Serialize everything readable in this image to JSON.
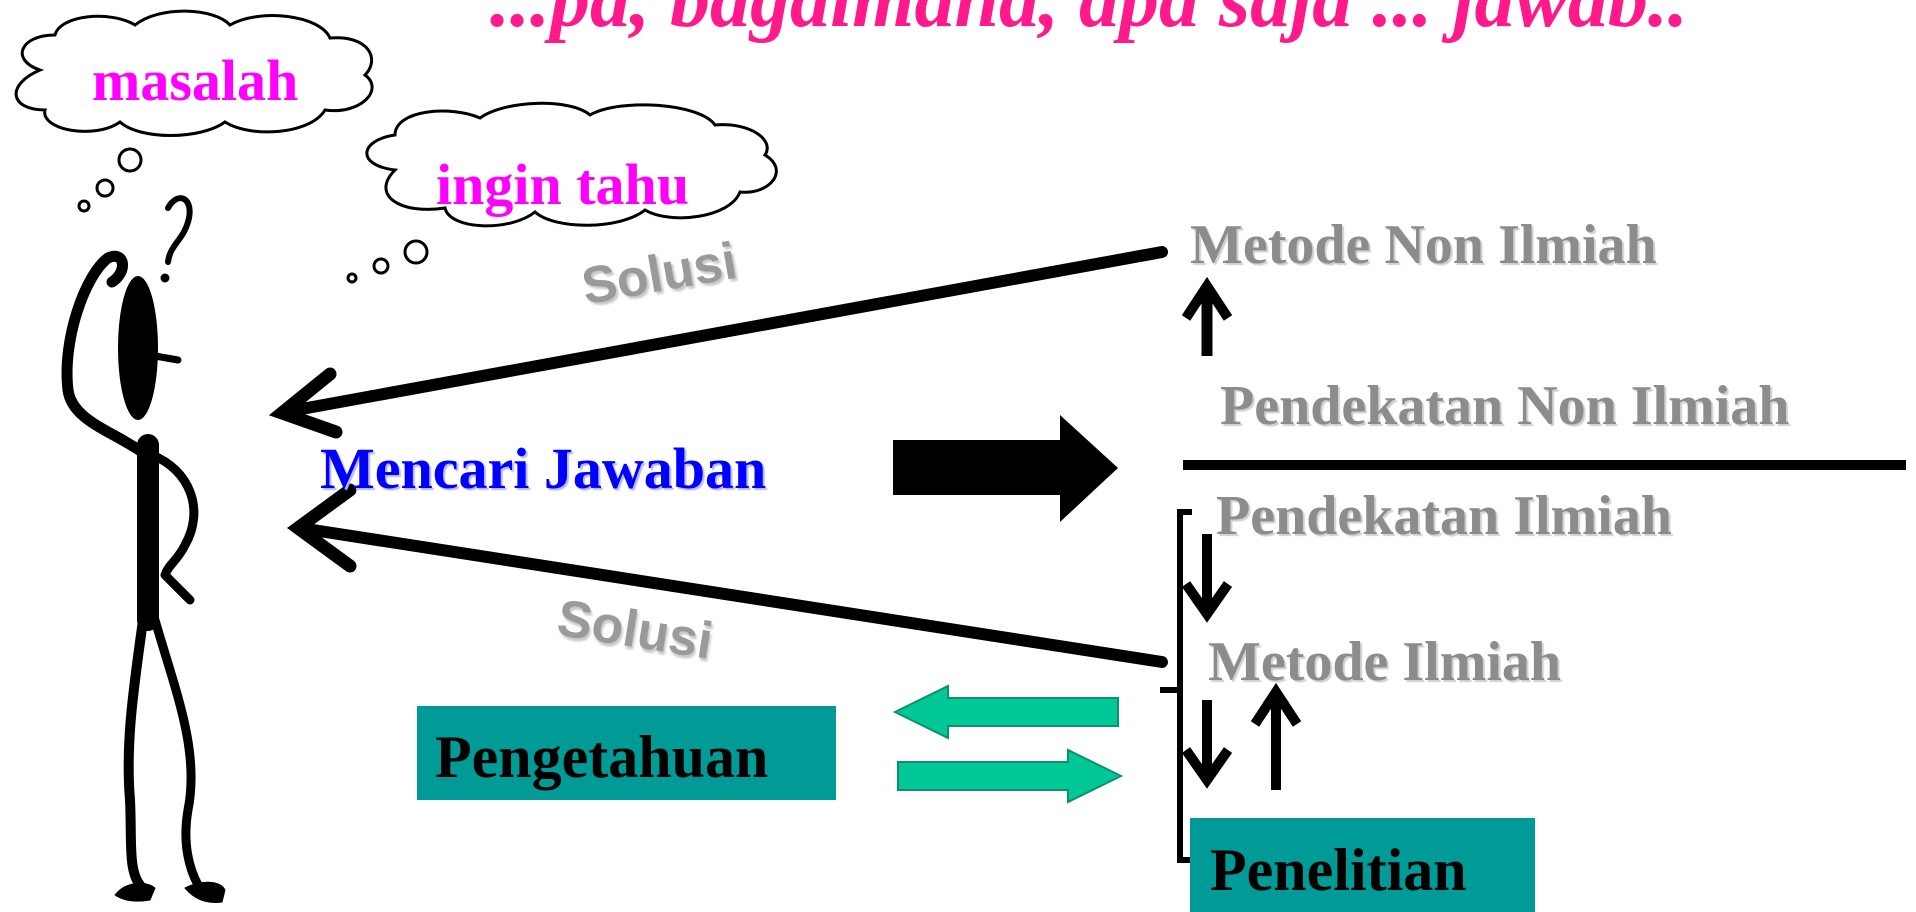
{
  "title_text": "...pa, bagaimana, apa saja ... jawab..",
  "clouds": {
    "masalah": "masalah",
    "ingin_tahu": "ingin tahu"
  },
  "solusi_top": "Solusi",
  "solusi_bottom": "Solusi",
  "mencari_jawaban": "Mencari Jawaban",
  "metode_non_ilmiah": "Metode Non Ilmiah",
  "pendekatan_non_ilmiah": "Pendekatan Non Ilmiah",
  "pendekatan_ilmiah": "Pendekatan Ilmiah",
  "metode_ilmiah": "Metode Ilmiah",
  "pengetahuan": "Pengetahuan",
  "penelitian": "Penelitian",
  "colors": {
    "cloud_text": "#ff00ff",
    "mencari_jawaban": "#0000ff",
    "grey_text": "#8c8c8c",
    "teal_box": "#009a97",
    "green_arrow": "#00c896"
  }
}
